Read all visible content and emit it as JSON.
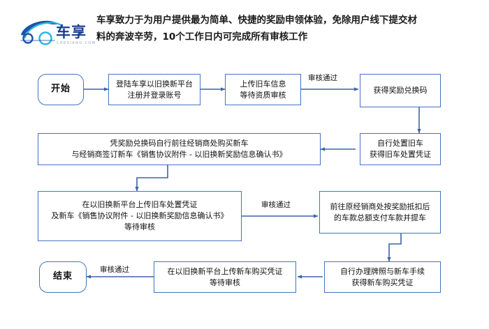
{
  "brand": {
    "logo_icon": "car-outline-logo",
    "wordmark": "车享",
    "domain": "CHEXIANG.COM"
  },
  "header": {
    "line1": "车享致力于为用户提供最为简单、快捷的奖励申领体验，免除用户线下提交材",
    "line2": "料的奔波辛劳，10个工作日内可完成所有审核工作"
  },
  "colors": {
    "border": "#4472c4",
    "wire": "#3c63a6",
    "text": "#111111",
    "logo_blue": "#1b3e8c",
    "logo_cyan": "#29b7e0"
  },
  "flow": {
    "nodes": [
      {
        "id": "start",
        "type": "terminal",
        "lines": [
          "开始"
        ]
      },
      {
        "id": "register",
        "type": "process",
        "lines": [
          "登陆车享以旧换新平台",
          "注册并登录账号"
        ]
      },
      {
        "id": "upload-old",
        "type": "process",
        "lines": [
          "上传旧车信息",
          "等待资质审核"
        ]
      },
      {
        "id": "get-code",
        "type": "process",
        "lines": [
          "获得奖励兑换码"
        ]
      },
      {
        "id": "dispose",
        "type": "process",
        "lines": [
          "自行处置旧车",
          "获得旧车处置凭证"
        ]
      },
      {
        "id": "buy-new",
        "type": "process",
        "lines": [
          "凭奖励兑换码自行前往经销商处购买新车",
          "与经销商签订新车《销售协议附件 - 以旧换新奖励信息确认书》"
        ]
      },
      {
        "id": "upload-proof",
        "type": "process",
        "lines": [
          "在以旧换新平台上传旧车处置凭证",
          "及新车《销售协议附件 - 以旧换新奖励信息确认书》",
          "等待审核"
        ]
      },
      {
        "id": "pay",
        "type": "process",
        "lines": [
          "前往原经销商处按奖励抵扣后",
          "的车款总额支付车款并提车"
        ]
      },
      {
        "id": "plate",
        "type": "process",
        "lines": [
          "自行办理牌照与新车手续",
          "获得新车购买凭证"
        ]
      },
      {
        "id": "upload-new",
        "type": "process",
        "lines": [
          "在以旧换新平台上传新车购买凭证",
          "等待审核"
        ]
      },
      {
        "id": "end",
        "type": "terminal",
        "lines": [
          "结束"
        ]
      }
    ],
    "edge_labels": [
      {
        "id": "approved-1",
        "text": "审核通过"
      },
      {
        "id": "approved-2",
        "text": "审核通过"
      },
      {
        "id": "approved-3",
        "text": "审核通过"
      }
    ]
  }
}
